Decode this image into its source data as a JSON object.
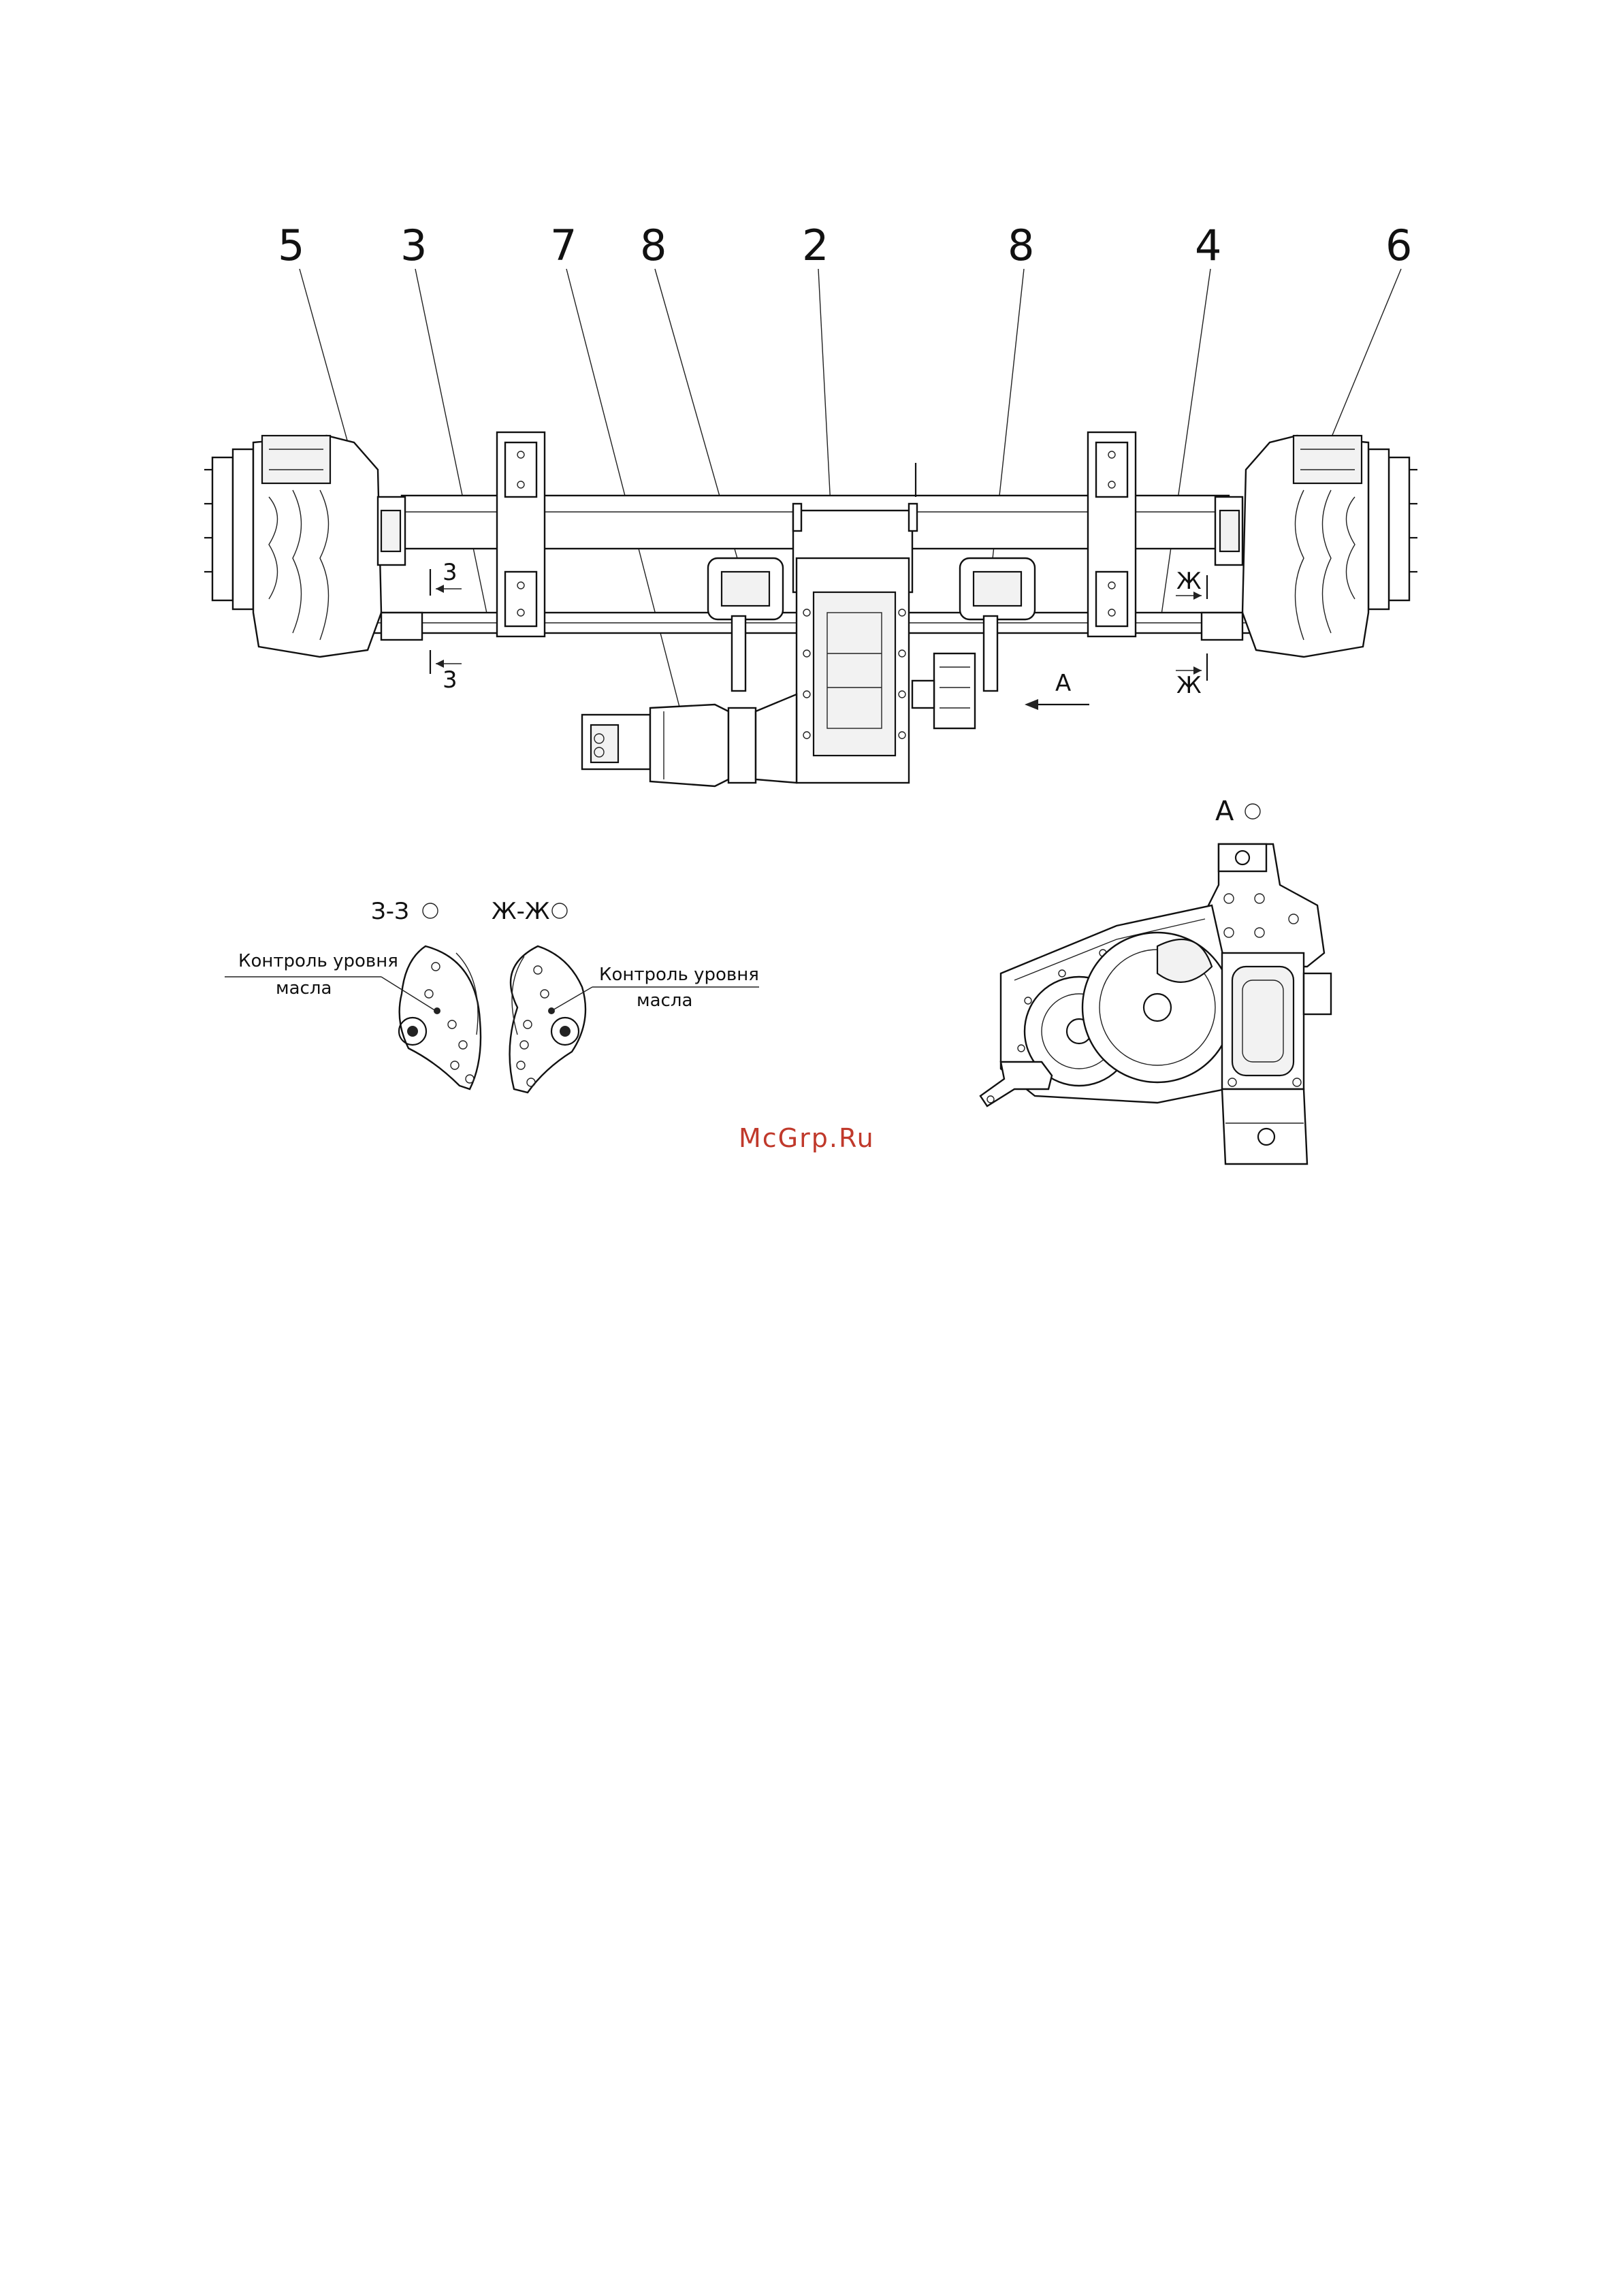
{
  "callouts": [
    "5",
    "3",
    "7",
    "8",
    "2",
    "8",
    "4",
    "6"
  ],
  "section_marks": {
    "z_top": "3",
    "z_bottom": "3",
    "zh_top": "Ж",
    "zh_bottom": "Ж",
    "view_arrow": "А"
  },
  "section_views": {
    "z_title": "З-З",
    "zh_title": "Ж-Ж",
    "oil_label_line1": "Контроль уровня",
    "oil_label_line2": "масла"
  },
  "view_a": {
    "title": "А"
  },
  "watermark": "McGrp.Ru",
  "colors": {
    "line": "#111111",
    "watermark": "#c0392b"
  }
}
